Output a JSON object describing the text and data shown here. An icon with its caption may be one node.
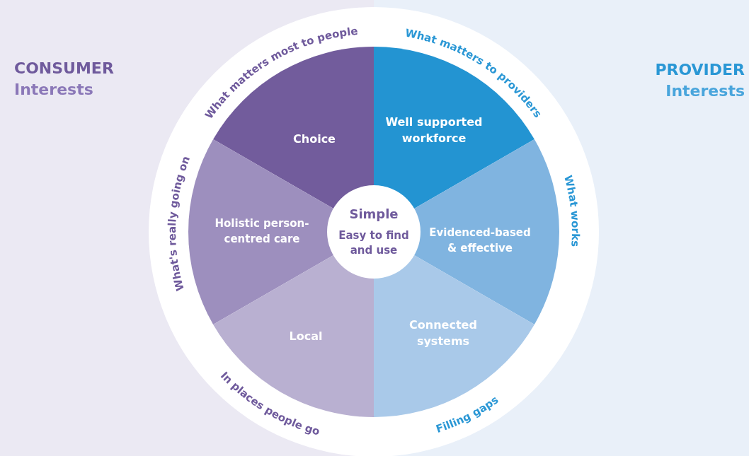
{
  "diagram": {
    "nodes": [
      {
        "text": [
          "Simple",
          "Easy to find and use"
        ]
      },
      {
        "text": [
          "Choice"
        ]
      },
      {
        "text": [
          "Well supported workforce"
        ]
      },
      {
        "text": [
          "Holistic person-centred care"
        ]
      },
      {
        "text": [
          "Evidenced-based & effective"
        ]
      },
      {
        "text": [
          "Local"
        ]
      },
      {
        "text": [
          "Connected systems"
        ]
      }
    ],
    "edges": [],
    "labels": [
      "CONSUMER",
      "Interests",
      "PROVIDER",
      "Interests",
      "What matters most to people",
      "What matters to providers",
      "What's really going on",
      "What works",
      "In places people go",
      "Filling gaps"
    ]
  }
}
